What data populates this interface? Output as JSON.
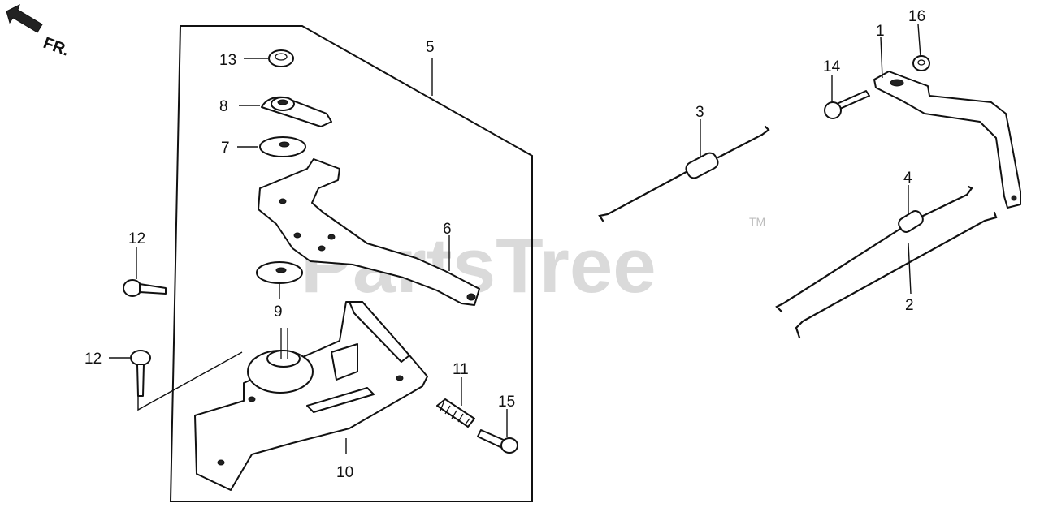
{
  "diagram": {
    "orientation_label": "FR.",
    "watermark": {
      "text": "PartsTree",
      "trademark": "TM"
    },
    "callouts": [
      {
        "id": "1",
        "part": "arm"
      },
      {
        "id": "2",
        "part": "rod"
      },
      {
        "id": "3",
        "part": "rod-with-spring"
      },
      {
        "id": "4",
        "part": "rod-with-spring"
      },
      {
        "id": "5",
        "part": "assembly"
      },
      {
        "id": "6",
        "part": "lever"
      },
      {
        "id": "7",
        "part": "washer"
      },
      {
        "id": "8",
        "part": "plate"
      },
      {
        "id": "9",
        "part": "washer"
      },
      {
        "id": "10",
        "part": "base-plate"
      },
      {
        "id": "11",
        "part": "spring"
      },
      {
        "id": "12",
        "part": "bolt"
      },
      {
        "id": "12",
        "part": "bolt"
      },
      {
        "id": "13",
        "part": "nut"
      },
      {
        "id": "14",
        "part": "bolt"
      },
      {
        "id": "15",
        "part": "bolt"
      },
      {
        "id": "16",
        "part": "nut"
      }
    ],
    "icons": {
      "direction": "arrow-left-up-icon"
    }
  }
}
